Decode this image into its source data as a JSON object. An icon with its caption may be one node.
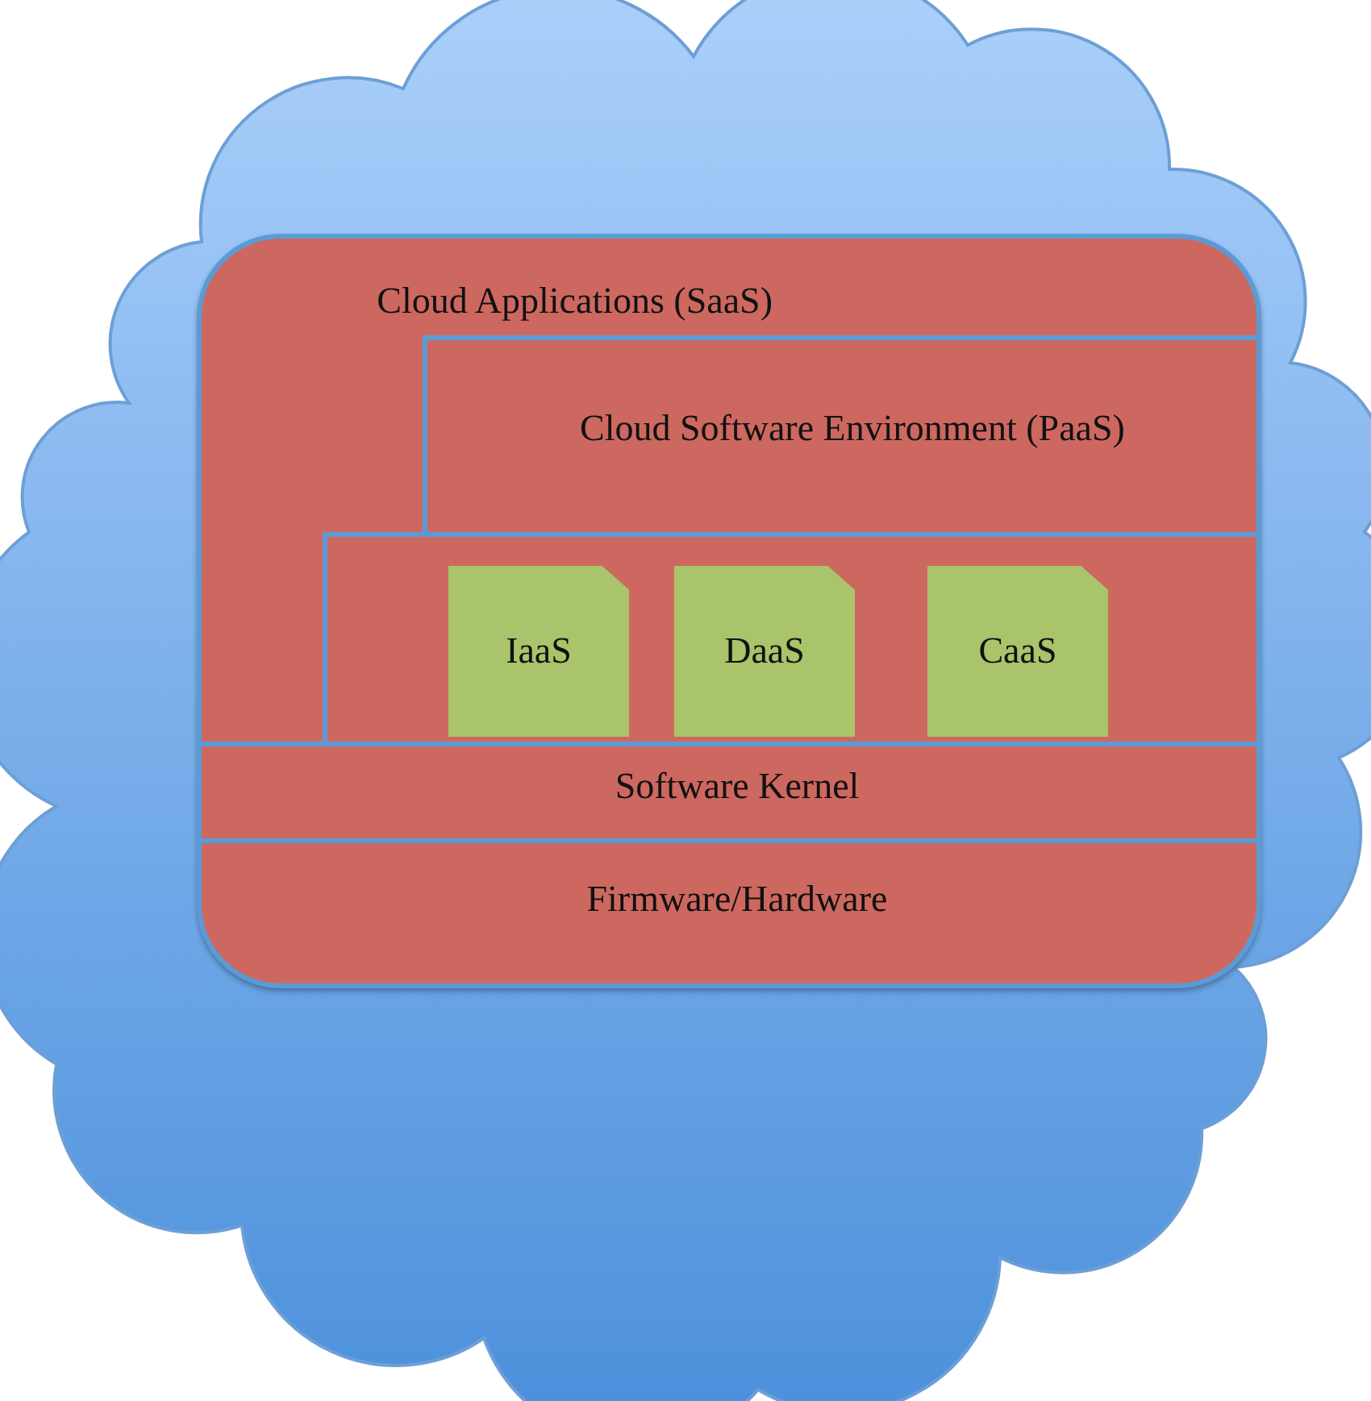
{
  "diagram": {
    "nodes": [
      {
        "text": [],
        "shape": "cloud"
      },
      {
        "text": [
          "Cloud Applications (SaaS)"
        ],
        "in": 0
      },
      {
        "text": [
          "Cloud Software Environment (PaaS)"
        ],
        "in": 1
      },
      {
        "text": [],
        "shape": "box",
        "in": 1
      },
      {
        "text": [
          "IaaS"
        ],
        "in": 3
      },
      {
        "text": [
          "DaaS"
        ],
        "in": 3
      },
      {
        "text": [
          "CaaS"
        ],
        "in": 3
      },
      {
        "text": [
          "Software Kernel"
        ],
        "in": 1
      },
      {
        "text": [
          "Firmware/Hardware"
        ],
        "in": 1
      }
    ],
    "edges": []
  }
}
